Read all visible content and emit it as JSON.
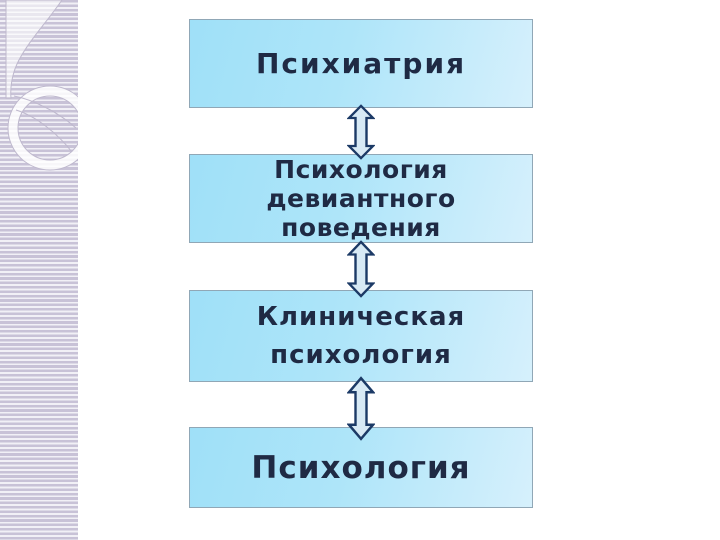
{
  "diagram": {
    "boxes": [
      {
        "name": "psychiatry",
        "lines": [
          "Психиатрия"
        ]
      },
      {
        "name": "deviant-behavior-psychology",
        "lines": [
          "Психология",
          "девиантного",
          "поведения"
        ]
      },
      {
        "name": "clinical-psychology",
        "lines": [
          "Клиническая",
          "психология"
        ]
      },
      {
        "name": "psychology",
        "lines": [
          "Психология"
        ]
      }
    ],
    "connectors": [
      {
        "type": "double-arrow",
        "between": [
          "psychiatry",
          "deviant-behavior-psychology"
        ]
      },
      {
        "type": "double-arrow",
        "between": [
          "deviant-behavior-psychology",
          "clinical-psychology"
        ]
      },
      {
        "type": "double-arrow",
        "between": [
          "clinical-psychology",
          "psychology"
        ]
      }
    ],
    "colors": {
      "background": "#ffffff",
      "box_fill_left": "#9fe0f8",
      "box_fill_right": "#d6f0fc",
      "box_border": "#90a7b6",
      "box_text": "#1f2a44",
      "arrow_fill": "#d8eaf5",
      "arrow_outline": "#1c3a66",
      "sidebar_stripe": "#c8c2d7"
    }
  }
}
